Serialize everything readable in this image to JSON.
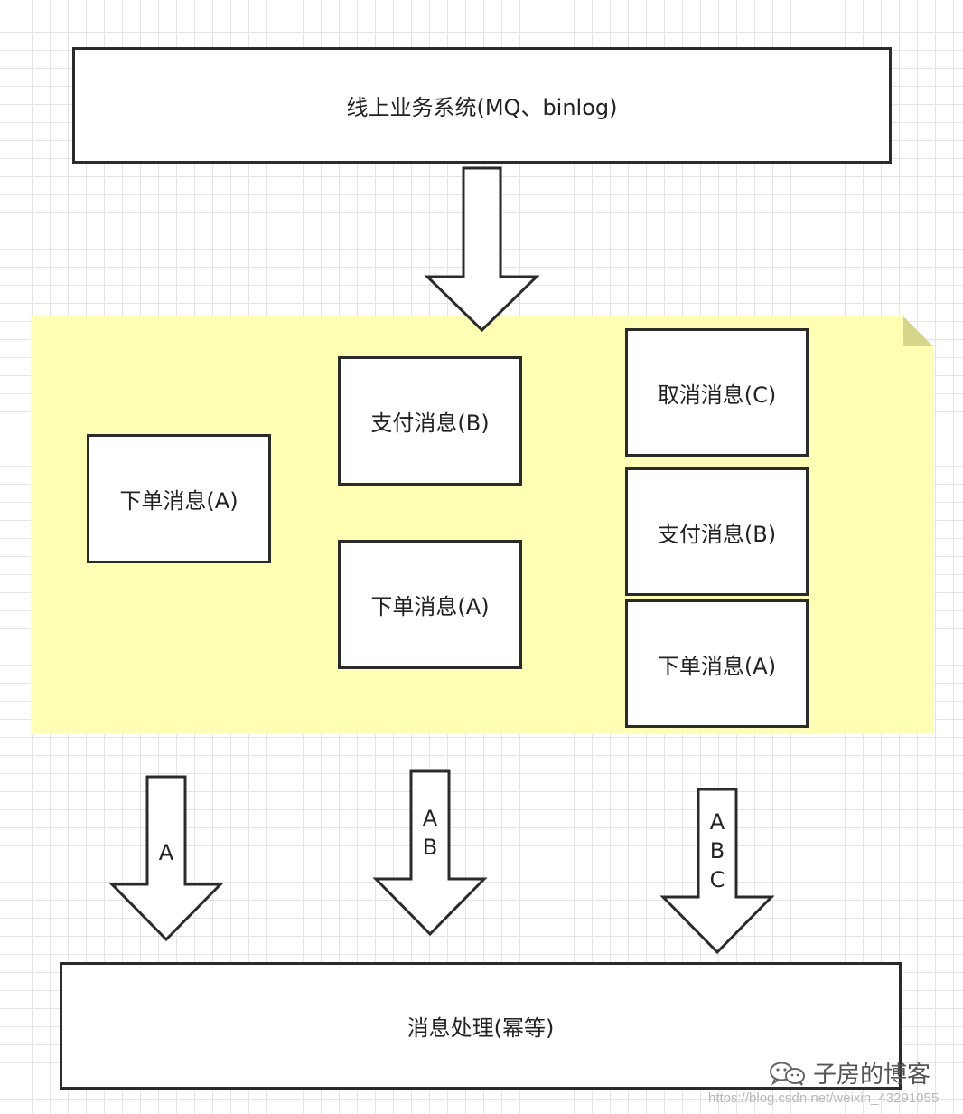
{
  "diagram": {
    "top_box": "线上业务系统(MQ、binlog)",
    "queue1": {
      "msg1": "下单消息(A)"
    },
    "queue2": {
      "msg1": "支付消息(B)",
      "msg2": "下单消息(A)"
    },
    "queue3": {
      "msg1": "取消消息(C)",
      "msg2": "支付消息(B)",
      "msg3": "下单消息(A)"
    },
    "arrow1_label": "A",
    "arrow2_labels": [
      "A",
      "B"
    ],
    "arrow3_labels": [
      "A",
      "B",
      "C"
    ],
    "bottom_box": "消息处理(幂等)"
  },
  "watermark": {
    "icon": "wechat-icon",
    "text": "子房的博客",
    "url": "https://blog.csdn.net/weixin_43291055"
  },
  "colors": {
    "note_background": "#ffffb3",
    "box_border": "#2b2b2b",
    "grid": "#e4e4e4"
  }
}
